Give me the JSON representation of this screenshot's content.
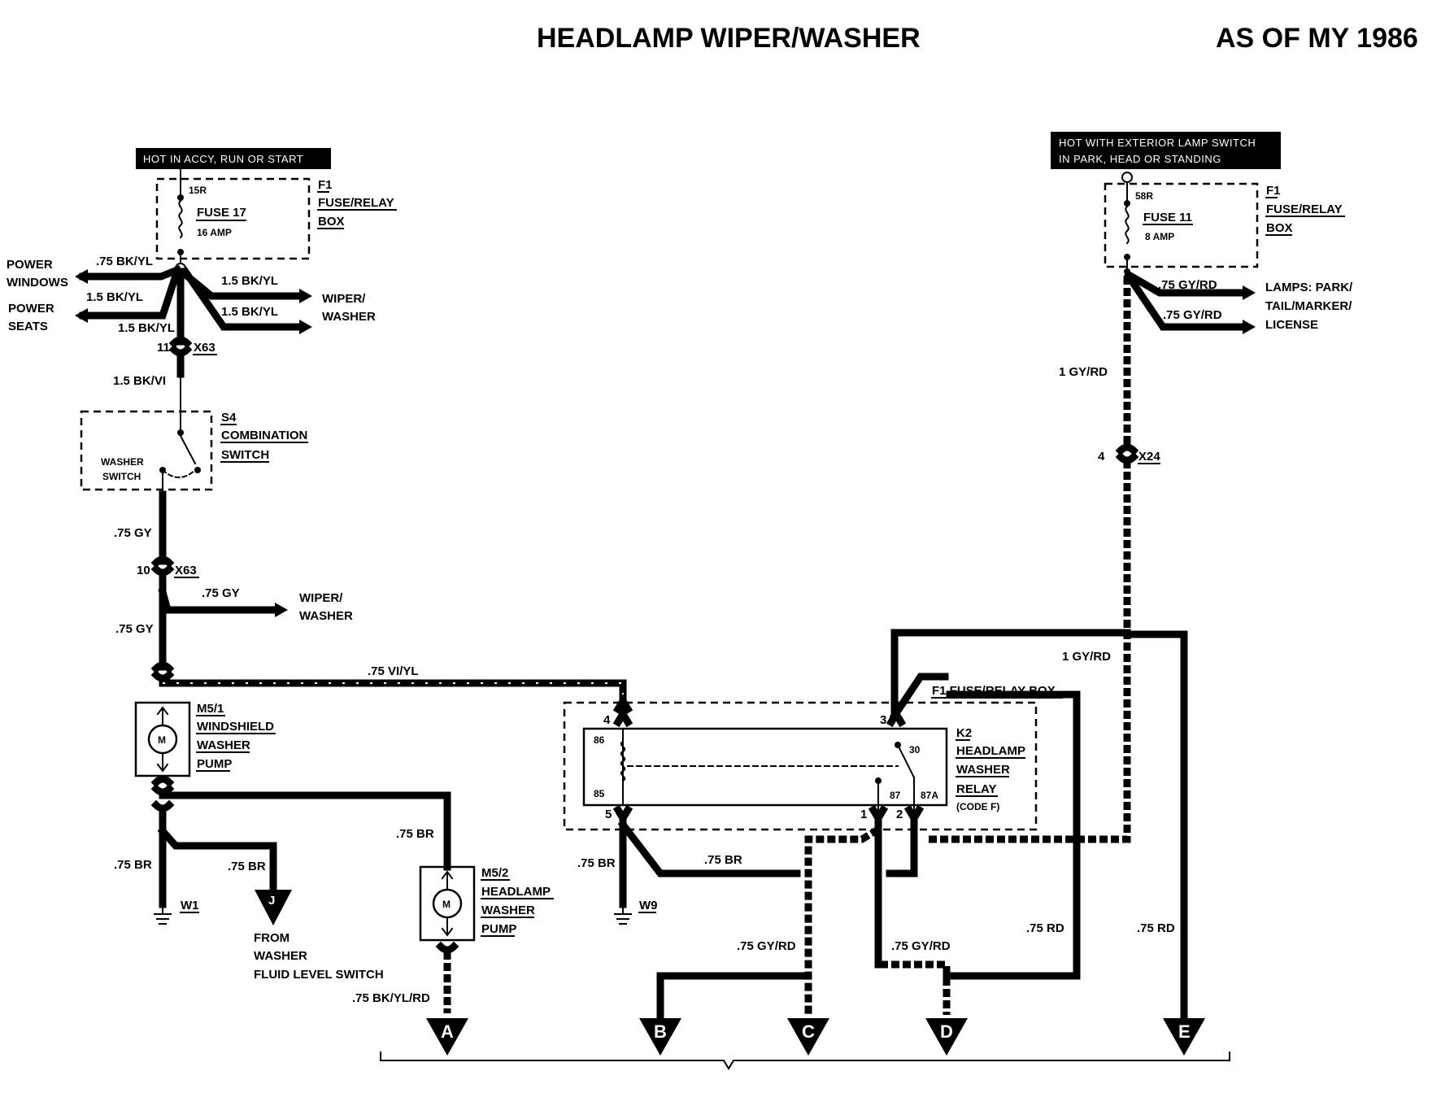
{
  "title": "HEADLAMP WIPER/WASHER",
  "model_year": "AS OF MY 1986",
  "hot_accy": "HOT IN ACCY, RUN OR START",
  "hot_ext_1": "HOT WITH EXTERIOR LAMP SWITCH",
  "hot_ext_2": "IN PARK, HEAD OR STANDING",
  "f1_left": {
    "id": "F1",
    "line1": "FUSE/RELAY",
    "line2": "BOX",
    "terminal": "15R",
    "fuse": "FUSE 17",
    "amp": "16 AMP"
  },
  "f1_right": {
    "id": "F1",
    "line1": "FUSE/RELAY",
    "line2": "BOX",
    "terminal": "58R",
    "fuse": "FUSE 11",
    "amp": "8 AMP"
  },
  "left_branch": {
    "pw_wire": ".75 BK/YL",
    "pw_1": "POWER",
    "pw_2": "WINDOWS",
    "ps_wire": "1.5 BK/YL",
    "ps_1": "POWER",
    "ps_2": "SEATS",
    "ww_wire1": "1.5 BK/YL",
    "ww_wire2": "1.5 BK/YL",
    "ww_1": "WIPER/",
    "ww_2": "WASHER",
    "down_wire": "1.5 BK/YL",
    "x63_pin_a": "11",
    "x63_a": "X63",
    "below_x63": "1.5 BK/VI"
  },
  "s4": {
    "id": "S4",
    "line1": "COMBINATION",
    "line2": "SWITCH",
    "inner1": "WASHER",
    "inner2": "SWITCH"
  },
  "mid_left": {
    "gy1": ".75 GY",
    "x63_pin_b": "10",
    "x63_b": "X63",
    "ww_wire": ".75 GY",
    "ww_1": "WIPER/",
    "ww_2": "WASHER",
    "gy2": ".75 GY",
    "vi_wire": ".75 VI/YL"
  },
  "m5_1": {
    "id": "M5/1",
    "line1": "WINDSHIELD",
    "line2": "WASHER",
    "line3": "PUMP",
    "symbol": "M"
  },
  "m5_2": {
    "id": "M5/2",
    "line1": "HEADLAMP",
    "line2": "WASHER",
    "line3": "PUMP",
    "symbol": "M"
  },
  "bottom_left": {
    "br1": ".75 BR",
    "br2": ".75 BR",
    "w1": "W1",
    "j": "J",
    "from1": "FROM",
    "from2": "WASHER",
    "from3": "FLUID LEVEL SWITCH",
    "br3": ".75 BR",
    "bkylrd": ".75 BK/YL/RD"
  },
  "right_branch": {
    "lamp_wire1": ".75 GY/RD",
    "lamp_wire2": ".75 GY/RD",
    "lamps1": "LAMPS: PARK/",
    "lamps2": "TAIL/MARKER/",
    "lamps3": "LICENSE",
    "gyrd1": "1 GY/RD",
    "x24_pin": "4",
    "x24": "X24",
    "gyrd2": "1 GY/RD"
  },
  "k2": {
    "box_label": "F1 FUSE/RELAY BOX",
    "id": "K2",
    "line1": "HEADLAMP",
    "line2": "WASHER",
    "line3": "RELAY",
    "code": "(CODE F)",
    "p4": "4",
    "p3": "3",
    "p5": "5",
    "p1": "1",
    "p2": "2",
    "t86": "86",
    "t85": "85",
    "t30": "30",
    "t87": "87",
    "t87a": "87A"
  },
  "bottom_right": {
    "br4": ".75 BR",
    "br5": ".75 BR",
    "w9": "W9",
    "gyrd3": ".75 GY/RD",
    "gyrd4": ".75 GY/RD",
    "rd1": ".75 RD",
    "rd2": ".75 RD"
  },
  "connectors": [
    "A",
    "B",
    "C",
    "D",
    "E"
  ]
}
